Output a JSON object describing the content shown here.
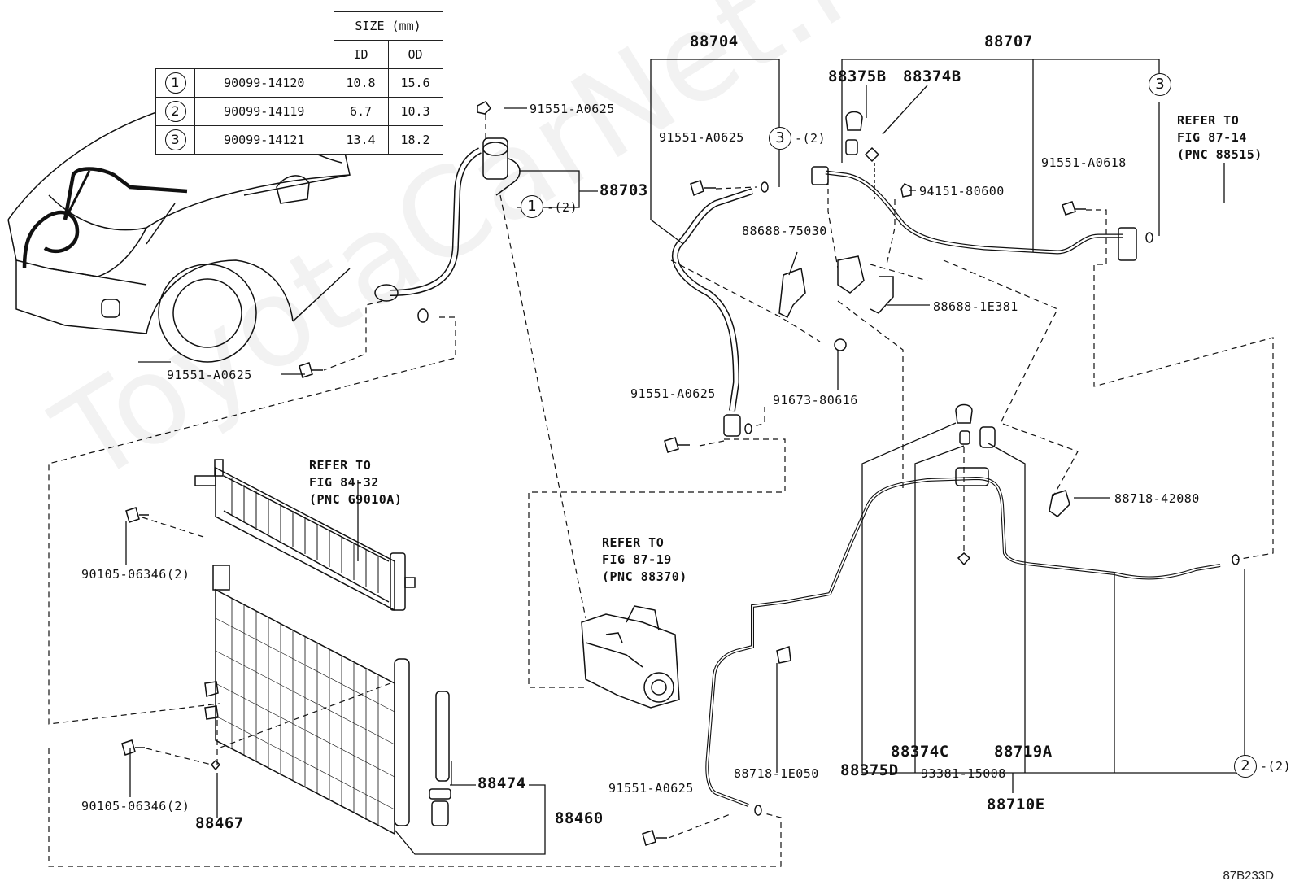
{
  "size_table": {
    "header": "SIZE (mm)",
    "col_id": "ID",
    "col_od": "OD",
    "rows": [
      {
        "num": "1",
        "part": "90099-14120",
        "id": "10.8",
        "od": "15.6"
      },
      {
        "num": "2",
        "part": "90099-14119",
        "id": "6.7",
        "od": "10.3"
      },
      {
        "num": "3",
        "part": "90099-14121",
        "id": "13.4",
        "od": "18.2"
      }
    ]
  },
  "labels": {
    "p88704": "88704",
    "p88707": "88707",
    "p88375b": "88375B",
    "p88374b": "88374B",
    "p88703": "88703",
    "c1_qty": "-(2)",
    "c3_qty": "-(2)",
    "c2_qty": "-(2)",
    "b91551_a0625_top": "91551-A0625",
    "b91551_a0625_mid": "91551-A0625",
    "b91551_a0625_left": "91551-A0625",
    "b91551_a0625_comp": "91551-A0625",
    "b91551_a0625_bot": "91551-A0625",
    "b91551_a0618": "91551-A0618",
    "p94151": "94151-80600",
    "p88688_75030": "88688-75030",
    "p88688_1e381": "88688-1E381",
    "p91673": "91673-80616",
    "p88718_42080": "88718-42080",
    "p88718_1e050": "88718-1E050",
    "p88375d": "88375D",
    "p88374c": "88374C",
    "p88719a": "88719A",
    "p93381": "93381-15008",
    "p88710e": "88710E",
    "p90105_a": "90105-06346(2)",
    "p90105_b": "90105-06346(2)",
    "p88467": "88467",
    "p88474": "88474",
    "p88460": "88460"
  },
  "circled": {
    "one": "1",
    "two": "2",
    "three": "3"
  },
  "refers": {
    "fig87_14": [
      "REFER TO",
      "FIG 87-14",
      "(PNC 88515)"
    ],
    "fig84_32": [
      "REFER TO",
      "FIG 84-32",
      "(PNC G9010A)"
    ],
    "fig87_19": [
      "REFER TO",
      "FIG 87-19",
      "(PNC 88370)"
    ]
  },
  "watermark": "ToyotaCarNet.ru",
  "figure_code": "87B233D"
}
